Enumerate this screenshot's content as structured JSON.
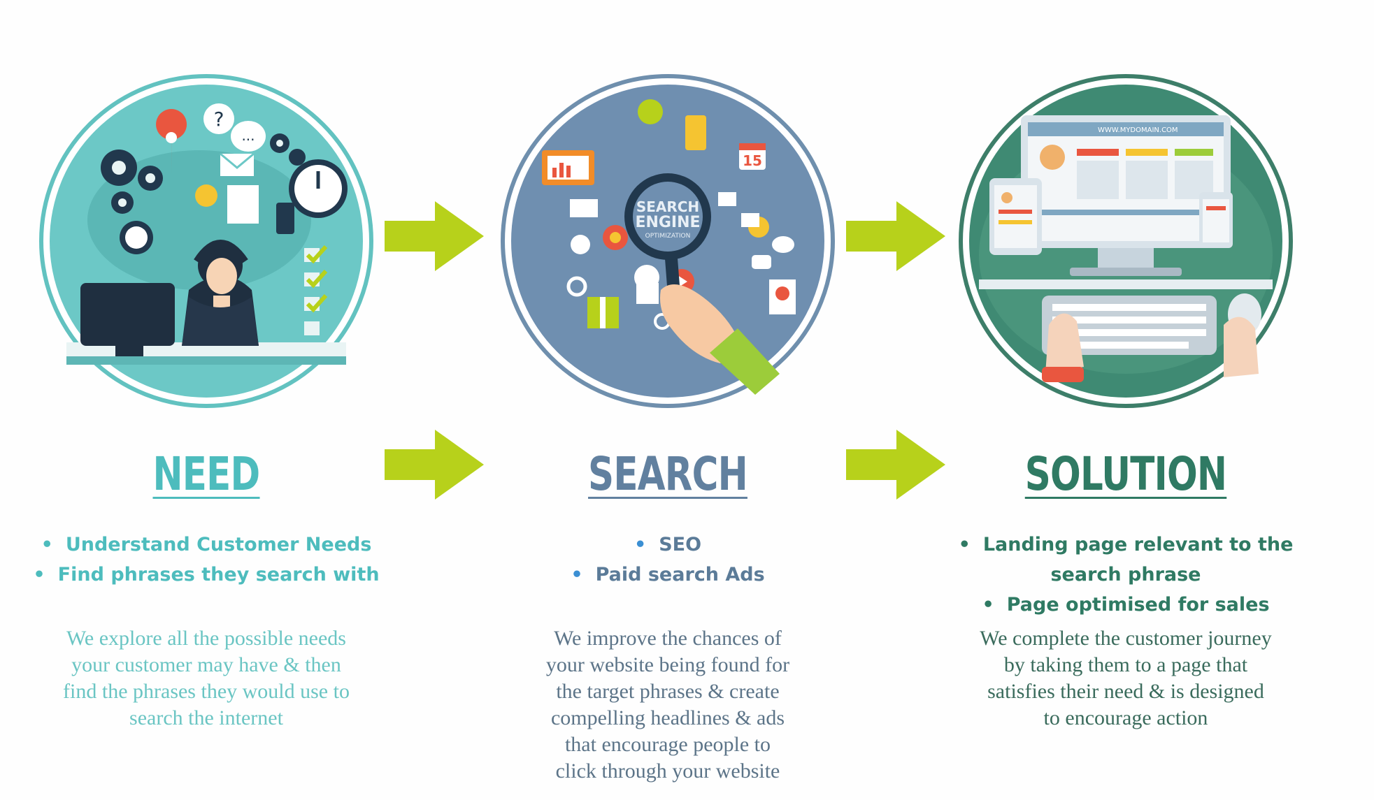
{
  "steps": [
    {
      "title": "NEED",
      "bullets": [
        "Understand Customer Needs",
        "Find phrases they search with"
      ],
      "description": "We explore all the possible needs\nyour customer may have & then\nfind the phrases they would use to\nsearch the internet"
    },
    {
      "title": "SEARCH",
      "bullets": [
        "SEO",
        "Paid search Ads"
      ],
      "description": "We improve the chances of\nyour website being found for\nthe target phrases & create\ncompelling headlines & ads\nthat encourage people to\nclick through your website",
      "illustration_text": [
        "SEARCH",
        "ENGINE",
        "OPTIMIZATION"
      ],
      "calendar_day": "15"
    },
    {
      "title": "SOLUTION",
      "bullets": [
        "Landing page relevant to the search phrase",
        "Page optimised for sales"
      ],
      "description": "We complete the customer journey\nby taking them to a page that\nsatisfies their need & is designed\nto encourage action",
      "illustration_text": "WWW.MYDOMAIN.COM"
    }
  ],
  "colors": {
    "need": "#4dbcbd",
    "search": "#61809f",
    "solution": "#2f7a63",
    "arrow": "#b7d11b"
  },
  "icons": [
    "headset-agent-icon",
    "magnifier-hand-icon",
    "computer-devices-icon",
    "right-arrow-icon"
  ]
}
